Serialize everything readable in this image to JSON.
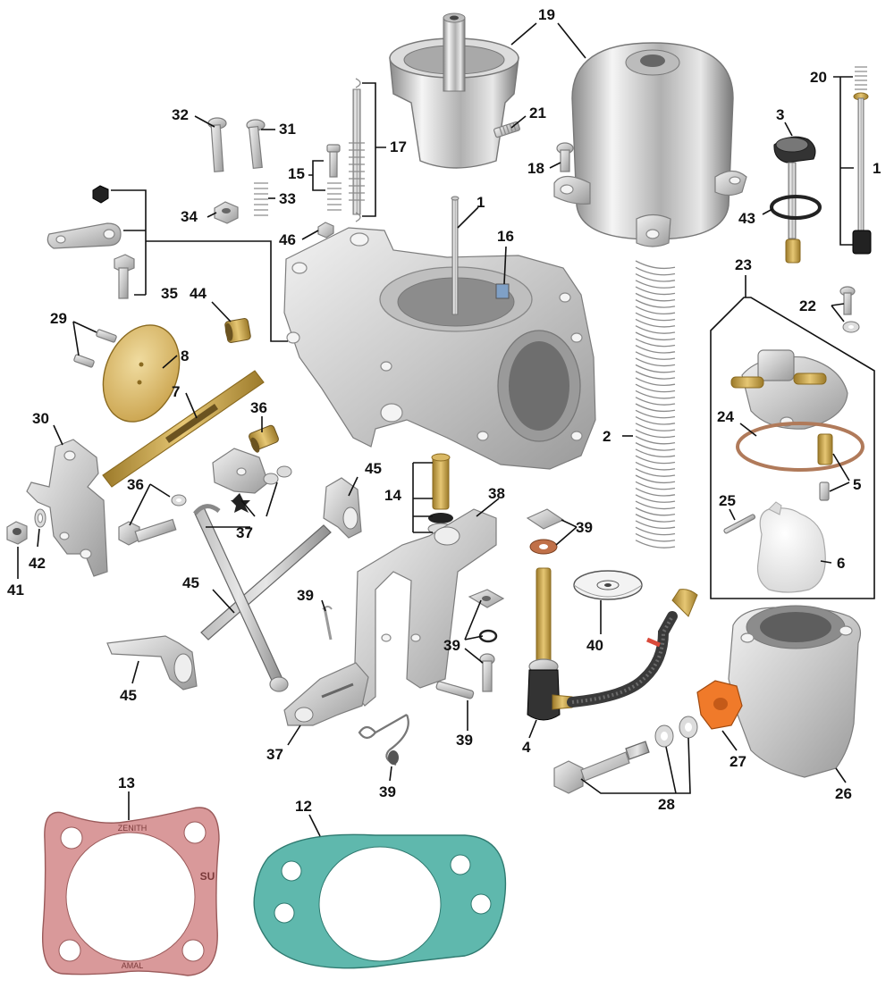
{
  "diagram": {
    "type": "exploded-parts-view",
    "callouts": [
      {
        "id": "c1a",
        "label": "1"
      },
      {
        "id": "c1b",
        "label": "1"
      },
      {
        "id": "c2",
        "label": "2"
      },
      {
        "id": "c3",
        "label": "3"
      },
      {
        "id": "c4",
        "label": "4"
      },
      {
        "id": "c5",
        "label": "5"
      },
      {
        "id": "c6",
        "label": "6"
      },
      {
        "id": "c7",
        "label": "7"
      },
      {
        "id": "c8",
        "label": "8"
      },
      {
        "id": "c12",
        "label": "12"
      },
      {
        "id": "c13",
        "label": "13"
      },
      {
        "id": "c14",
        "label": "14"
      },
      {
        "id": "c15",
        "label": "15"
      },
      {
        "id": "c16",
        "label": "16"
      },
      {
        "id": "c17",
        "label": "17"
      },
      {
        "id": "c18",
        "label": "18"
      },
      {
        "id": "c19",
        "label": "19"
      },
      {
        "id": "c20",
        "label": "20"
      },
      {
        "id": "c21",
        "label": "21"
      },
      {
        "id": "c22",
        "label": "22"
      },
      {
        "id": "c23",
        "label": "23"
      },
      {
        "id": "c24",
        "label": "24"
      },
      {
        "id": "c25",
        "label": "25"
      },
      {
        "id": "c26",
        "label": "26"
      },
      {
        "id": "c27",
        "label": "27"
      },
      {
        "id": "c28",
        "label": "28"
      },
      {
        "id": "c29",
        "label": "29"
      },
      {
        "id": "c30",
        "label": "30"
      },
      {
        "id": "c31",
        "label": "31"
      },
      {
        "id": "c32",
        "label": "32"
      },
      {
        "id": "c33",
        "label": "33"
      },
      {
        "id": "c34",
        "label": "34"
      },
      {
        "id": "c35",
        "label": "35"
      },
      {
        "id": "c36a",
        "label": "36"
      },
      {
        "id": "c36b",
        "label": "36"
      },
      {
        "id": "c37a",
        "label": "37"
      },
      {
        "id": "c37b",
        "label": "37"
      },
      {
        "id": "c38",
        "label": "38"
      },
      {
        "id": "c39a",
        "label": "39"
      },
      {
        "id": "c39b",
        "label": "39"
      },
      {
        "id": "c39c",
        "label": "39"
      },
      {
        "id": "c39d",
        "label": "39"
      },
      {
        "id": "c39e",
        "label": "39"
      },
      {
        "id": "c40",
        "label": "40"
      },
      {
        "id": "c41",
        "label": "41"
      },
      {
        "id": "c42",
        "label": "42"
      },
      {
        "id": "c43",
        "label": "43"
      },
      {
        "id": "c44",
        "label": "44"
      },
      {
        "id": "c45a",
        "label": "45"
      },
      {
        "id": "c45b",
        "label": "45"
      },
      {
        "id": "c45c",
        "label": "45"
      },
      {
        "id": "c46",
        "label": "46"
      }
    ],
    "gasket_13_print": [
      "SU",
      "ZENITH",
      "AMAL"
    ],
    "colors": {
      "gasket_13": "#d9999a",
      "gasket_12": "#5fb8ad",
      "choke_cam_27": "#f07a2a",
      "float_gasket_24": "#b07a5a",
      "brass": "#c9a14a",
      "float_6": "#e8e8e8",
      "line_color": "#111111"
    }
  }
}
